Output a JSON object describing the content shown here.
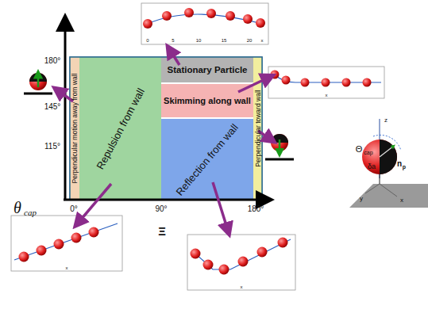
{
  "diagram": {
    "nodes": [
      {
        "text": [
          "Perpendicular motion away from wall"
        ]
      },
      {
        "text": [
          "Repulsion from wall"
        ]
      },
      {
        "text": [
          "Stationary Particle"
        ]
      },
      {
        "text": [
          "Skimming along wall"
        ]
      },
      {
        "text": [
          "Reflection from wall"
        ]
      },
      {
        "text": [
          "Perpendicular toward wall"
        ]
      }
    ],
    "labels": [
      "180°",
      "145°",
      "115°",
      "0°",
      "90°",
      "180°",
      "Ξ",
      "θ",
      "cap",
      "0",
      "5",
      "10",
      "15",
      "20",
      "x",
      "x",
      "x",
      "x",
      "Θ",
      "cap",
      "n",
      "p",
      "δa",
      "z",
      "x",
      "y"
    ]
  }
}
